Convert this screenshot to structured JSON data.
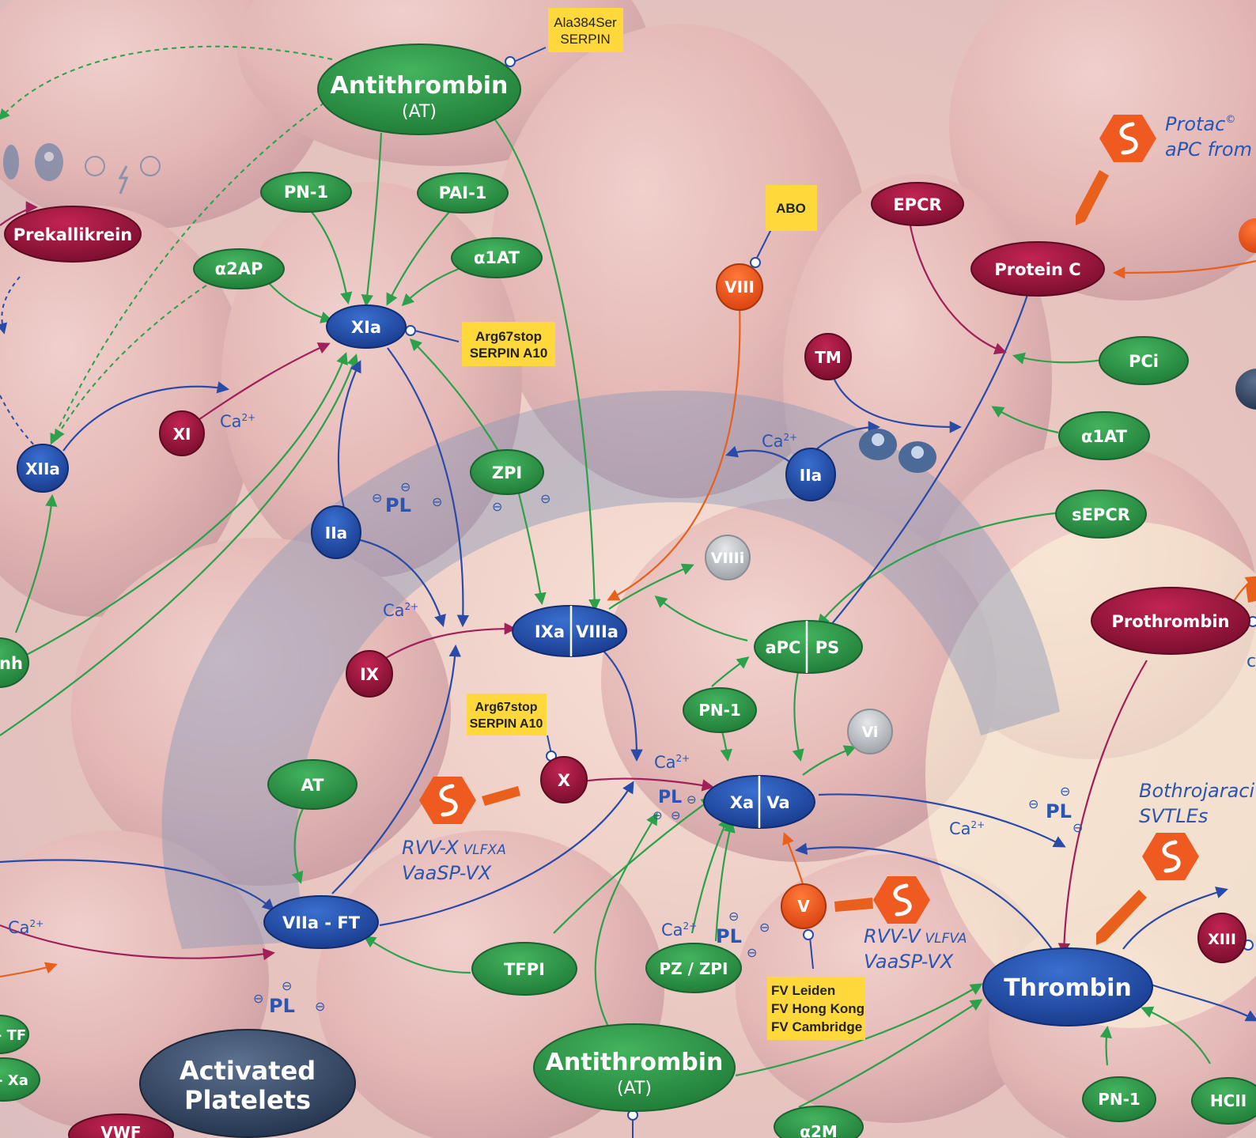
{
  "colors": {
    "green": "#2f9a4a",
    "green_dark": "#1d6e32",
    "blue": "#2856b6",
    "blue_dark": "#163a85",
    "crimson": "#a3163e",
    "crimson_dark": "#6f0c28",
    "orange": "#ee5a1f",
    "grey": "#b9bcc0",
    "slate": "#3a4c66",
    "note": "#ffd93b",
    "arrow_green": "#2aa14a",
    "arrow_blue": "#2a4aa8",
    "arrow_crimson": "#a0205a",
    "arrow_orange": "#e8601c",
    "label_blue": "#2a55b0"
  },
  "nodes": {
    "antithrombin_top": {
      "label": "Antithrombin",
      "sub": "(AT)"
    },
    "pn1_top": {
      "label": "PN-1"
    },
    "pai1": {
      "label": "PAI-1"
    },
    "a1at_top": {
      "label": "α1AT"
    },
    "a2ap": {
      "label": "α2AP"
    },
    "prekallikrein": {
      "label": "Prekallikrein"
    },
    "xia": {
      "label": "XIa"
    },
    "xi": {
      "label": "XI"
    },
    "xiia": {
      "label": "XIIa"
    },
    "zpi": {
      "label": "ZPI"
    },
    "iia_left": {
      "label": "IIa"
    },
    "ix": {
      "label": "IX"
    },
    "ixa": {
      "label": "IXa"
    },
    "viiia": {
      "label": "VIIIa"
    },
    "viii": {
      "label": "VIII"
    },
    "viiii": {
      "label": "VIIIi"
    },
    "tm": {
      "label": "TM"
    },
    "iia_right": {
      "label": "IIa"
    },
    "epcr": {
      "label": "EPCR"
    },
    "protein_c": {
      "label": "Protein C"
    },
    "pci": {
      "label": "PCi"
    },
    "a1at_right": {
      "label": "α1AT"
    },
    "sepcr": {
      "label": "sEPCR"
    },
    "apc": {
      "label": "aPC"
    },
    "ps": {
      "label": "PS"
    },
    "pn1_mid": {
      "label": "PN-1"
    },
    "vi": {
      "label": "Vi"
    },
    "x": {
      "label": "X"
    },
    "xa": {
      "label": "Xa"
    },
    "va": {
      "label": "Va"
    },
    "at": {
      "label": "AT"
    },
    "viia_ft": {
      "label": "VIIa - FT"
    },
    "tfpi": {
      "label": "TFPI"
    },
    "pz_zpi": {
      "label": "PZ / ZPI"
    },
    "v": {
      "label": "V"
    },
    "antithrombin_bottom": {
      "label": "Antithrombin",
      "sub": "(AT)"
    },
    "thrombin": {
      "label": "Thrombin"
    },
    "prothrombin": {
      "label": "Prothrombin"
    },
    "xiii": {
      "label": "XIII"
    },
    "pn1_bottom": {
      "label": "PN-1"
    },
    "hcii": {
      "label": "HCII"
    },
    "a2m": {
      "label": "α2M"
    },
    "activated_platelets": {
      "line1": "Activated",
      "line2": "Platelets"
    },
    "vwf": {
      "label": "VWF"
    },
    "nh_partial": {
      "label": "nh"
    },
    "tf_partial": {
      "label": "- TF"
    },
    "xa_partial": {
      "label": "- Xa"
    }
  },
  "notes": {
    "ala384ser": {
      "line1": "Ala384Ser",
      "line2": "SERPIN"
    },
    "arg67stop_top": {
      "line1": "Arg67stop",
      "line2": "SERPIN A10"
    },
    "abo": {
      "line1": "ABO"
    },
    "arg67stop_mid": {
      "line1": "Arg67stop",
      "line2": "SERPIN A10"
    },
    "fv_variants": {
      "line1": "FV Leiden",
      "line2": "FV Hong Kong",
      "line3": "FV Cambridge"
    }
  },
  "labels": {
    "protac_line1": "Protac",
    "protac_sup": "©",
    "protac_line2": "aPC from",
    "rvvx_line1": "RVV-X",
    "rvvx_small": "VLFXA",
    "rvvx_line2": "VaaSP-VX",
    "rvvv_line1": "RVV-V",
    "rvvv_small": "VLFVA",
    "rvvv_line2": "VaaSP-VX",
    "bothro_line1": "Bothrojaraci",
    "bothro_line2": "SVTLEs",
    "ca": "Ca",
    "ca_sup": "2+",
    "pl": "PL",
    "minus": "⊖"
  }
}
